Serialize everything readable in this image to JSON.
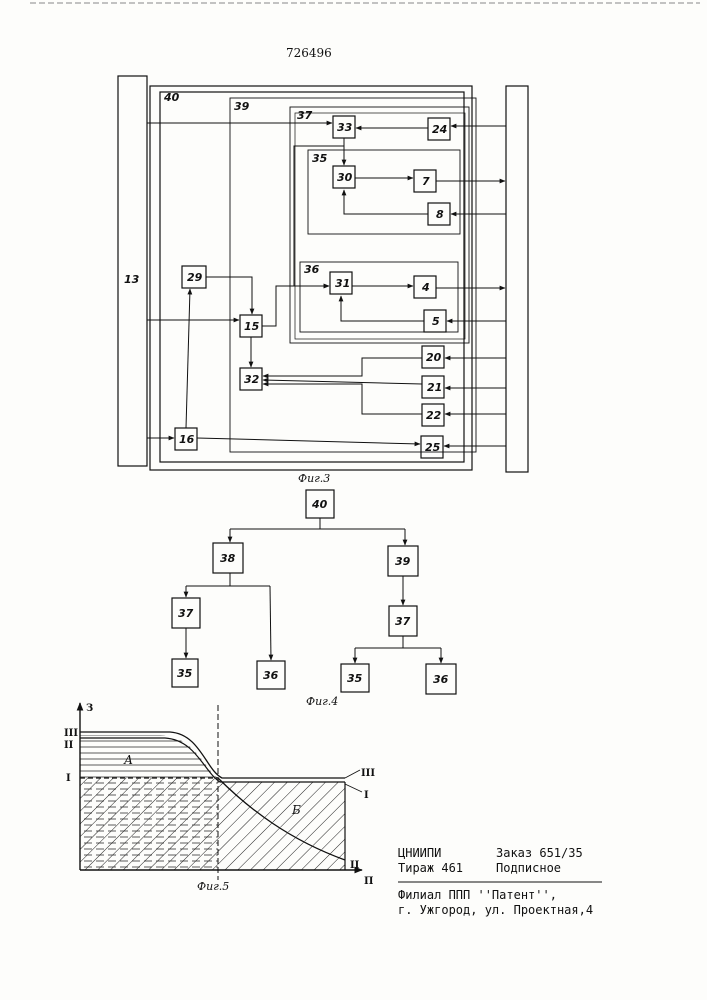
{
  "patent_number": "726496",
  "fig3": {
    "caption": "Фиг.3",
    "left_bus": "13",
    "frames": {
      "f40": "40",
      "f39": "39",
      "f37": "37",
      "f35": "35",
      "f36": "36"
    },
    "blocks": {
      "b33": "33",
      "b24": "24",
      "b30": "30",
      "b7": "7",
      "b8": "8",
      "b29": "29",
      "b31": "31",
      "b4": "4",
      "b15": "15",
      "b5": "5",
      "b20": "20",
      "b32": "32",
      "b21": "21",
      "b22": "22",
      "b16": "16",
      "b25": "25"
    }
  },
  "fig4": {
    "caption": "Фиг.4",
    "nodes": {
      "n40": "40",
      "n38": "38",
      "n39": "39",
      "n37a": "37",
      "n37b": "37",
      "n35a": "35",
      "n36a": "36",
      "n35b": "35",
      "n36b": "36"
    }
  },
  "fig5": {
    "caption": "Фиг.5",
    "y_axis_label": "З",
    "x_axis_label": "П",
    "left_levels": [
      "III",
      "II",
      "I"
    ],
    "right_levels": [
      "III",
      "I",
      "II"
    ],
    "region_a": "А",
    "region_b": "Б"
  },
  "imprint": {
    "org": "ЦНИИПИ",
    "order": "Заказ 651/35",
    "circulation": "Тираж 461",
    "subscription": "Подписное",
    "branch": "Филиал ППП ''Патент'',",
    "address": "г. Ужгород, ул. Проектная,4"
  }
}
